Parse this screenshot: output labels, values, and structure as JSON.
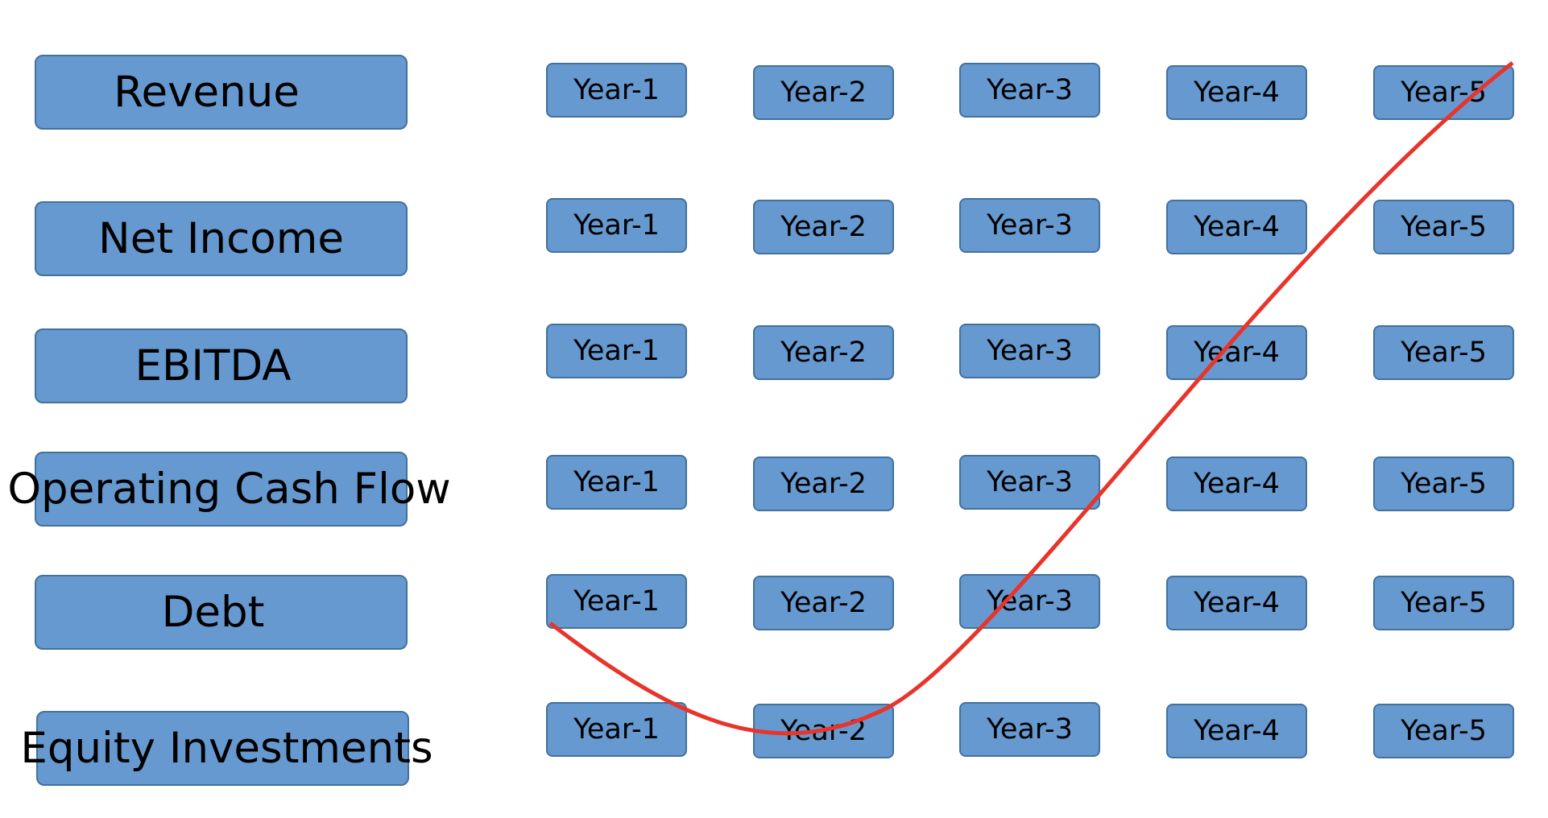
{
  "metrics": [
    "Revenue",
    "Net Income",
    "EBITDA",
    "Operating Cash Flow",
    "Debt",
    "Equity Investments"
  ],
  "years": [
    "Year-1",
    "Year-2",
    "Year-3",
    "Year-4",
    "Year-5"
  ],
  "colors": {
    "box_fill": "#6699d0",
    "box_border": "#41719c",
    "trend_line": "#e8342a",
    "text": "#000000"
  }
}
